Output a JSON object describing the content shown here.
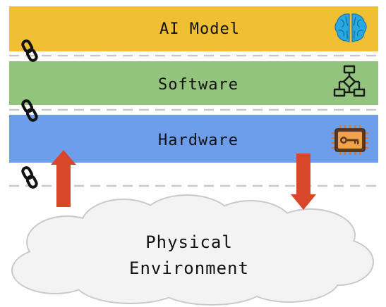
{
  "layers": [
    {
      "label": "AI Model",
      "color": "#f0bf34",
      "icon": "brain-icon"
    },
    {
      "label": "Software",
      "color": "#93c47d",
      "icon": "flowchart-icon"
    },
    {
      "label": "Hardware",
      "color": "#6d9eeb",
      "icon": "chip-key-icon"
    }
  ],
  "environment": {
    "line1": "Physical",
    "line2": "Environment"
  },
  "colors": {
    "arrow": "#d9472b",
    "link": "#111111",
    "dashes": "#c8c8c8",
    "cloud_fill": "#f3f3f3",
    "cloud_stroke": "#c9c9c9"
  }
}
